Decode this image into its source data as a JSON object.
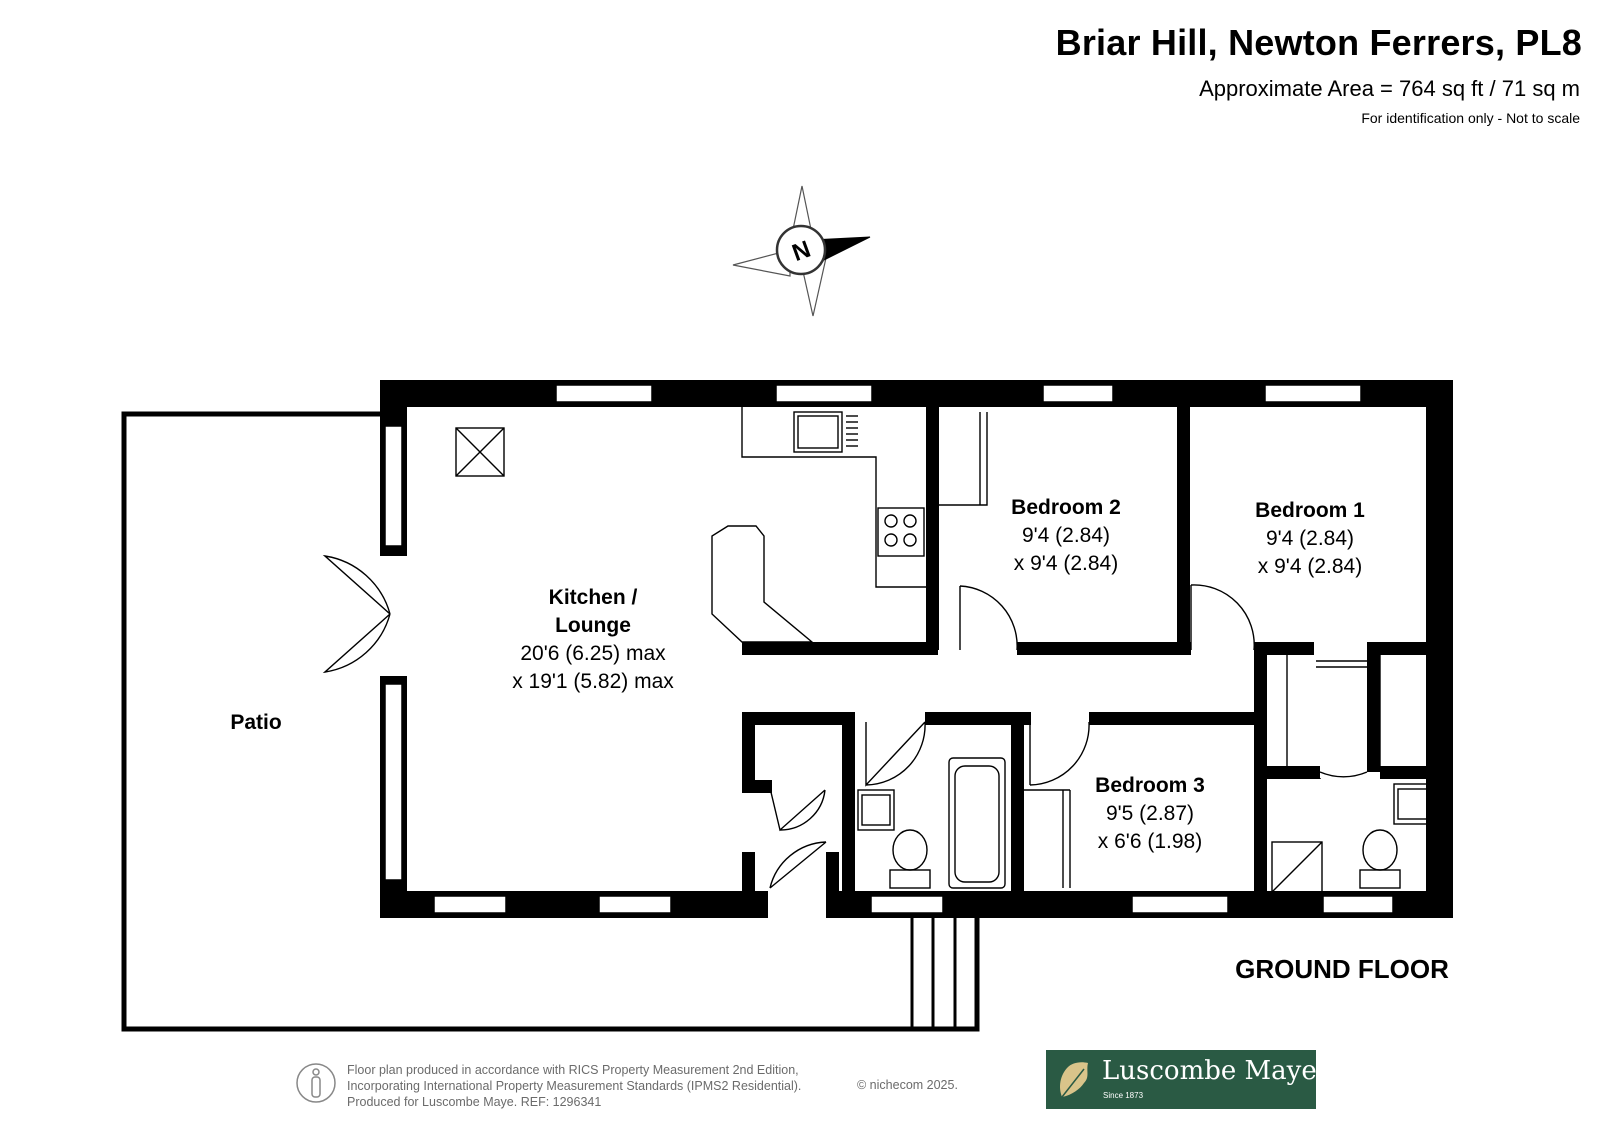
{
  "header": {
    "title": "Briar Hill, Newton Ferrers, PL8",
    "area": "Approximate Area = 764 sq ft / 71 sq m",
    "note": "For identification only - Not to scale"
  },
  "plan": {
    "floor_label": "GROUND FLOOR",
    "compass_letter": "N",
    "rooms": {
      "kitchen": {
        "name_line1": "Kitchen /",
        "name_line2": "Lounge",
        "dim1": "20'6 (6.25) max",
        "dim2": "x 19'1 (5.82) max"
      },
      "bedroom2": {
        "name": "Bedroom 2",
        "dim1": "9'4 (2.84)",
        "dim2": "x 9'4 (2.84)"
      },
      "bedroom1": {
        "name": "Bedroom 1",
        "dim1": "9'4 (2.84)",
        "dim2": "x 9'4 (2.84)"
      },
      "bedroom3": {
        "name": "Bedroom 3",
        "dim1": "9'5 (2.87)",
        "dim2": "x 6'6 (1.98)"
      },
      "patio": {
        "name": "Patio"
      }
    },
    "colors": {
      "wall": "#000000",
      "brand_green": "#2a5a44"
    }
  },
  "footer": {
    "line1": "Floor plan produced in accordance with RICS Property Measurement 2nd Edition,",
    "line2": "Incorporating International Property Measurement Standards (IPMS2 Residential).",
    "line3": "Produced for Luscombe Maye.   REF: 1296341",
    "copyright": "© nichecom 2025.",
    "brand_name": "Luscombe Maye",
    "brand_since": "Since 1873"
  }
}
